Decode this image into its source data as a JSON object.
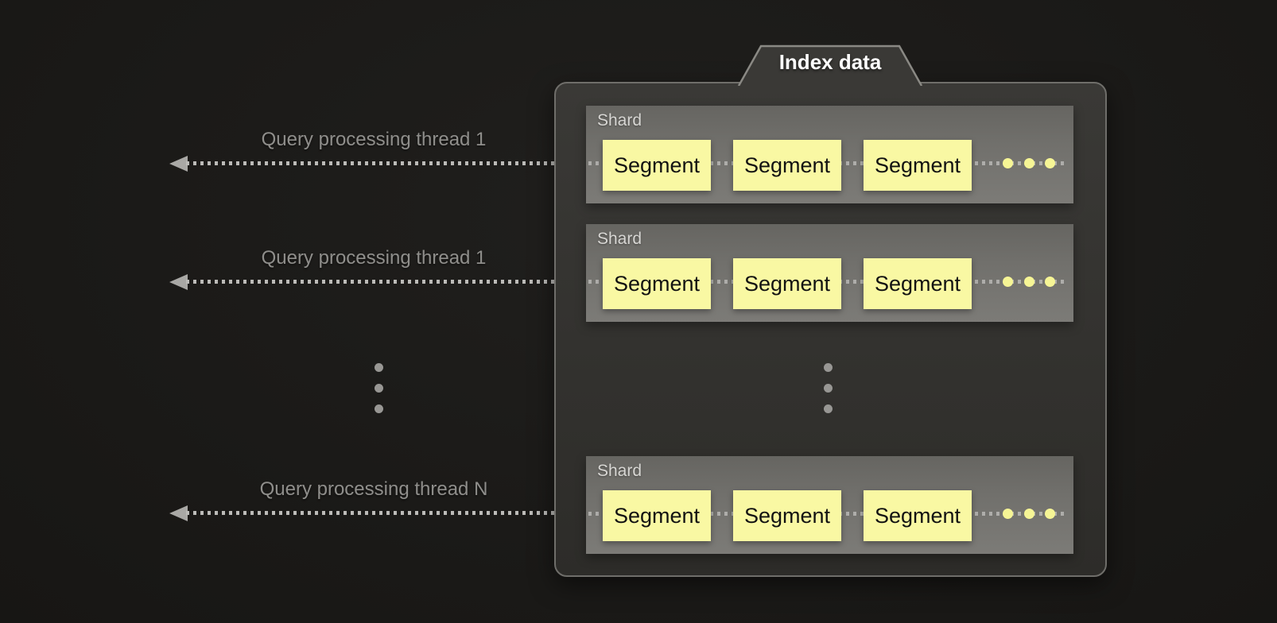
{
  "diagram": {
    "title": "Index data",
    "threads": [
      {
        "label": "Query processing thread 1"
      },
      {
        "label": "Query processing thread 1"
      },
      {
        "label": "Query processing thread N"
      }
    ],
    "shards": [
      {
        "label": "Shard",
        "segments": [
          "Segment",
          "Segment",
          "Segment"
        ]
      },
      {
        "label": "Shard",
        "segments": [
          "Segment",
          "Segment",
          "Segment"
        ]
      },
      {
        "label": "Shard",
        "segments": [
          "Segment",
          "Segment",
          "Segment"
        ]
      }
    ],
    "colors": {
      "background": "#1b1a18",
      "container_fill": "#343330",
      "container_border": "#6f6e6a",
      "shard_fill": "#71706c",
      "segment_fill": "#f9f8a3",
      "segment_text": "#121212",
      "yellow_dot": "#f6f595",
      "gray_dot": "#989794",
      "dashed_line": "#bcbbb8",
      "thread_text": "#8f8e8b",
      "title_text": "#ffffff"
    }
  }
}
